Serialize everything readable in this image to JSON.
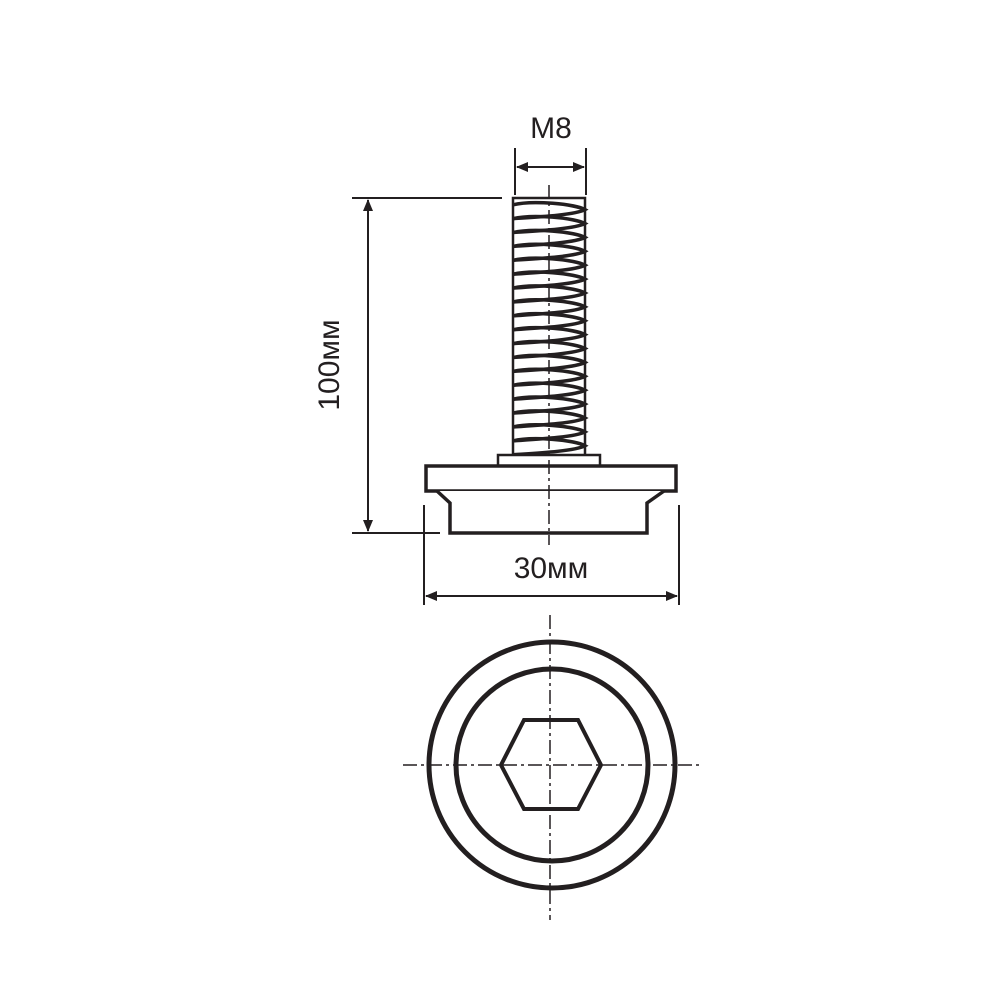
{
  "dimensions": {
    "thread": "M8",
    "height": "100мм",
    "diameter": "30мм"
  },
  "colors": {
    "line": "#231f20",
    "background": "#ffffff"
  }
}
